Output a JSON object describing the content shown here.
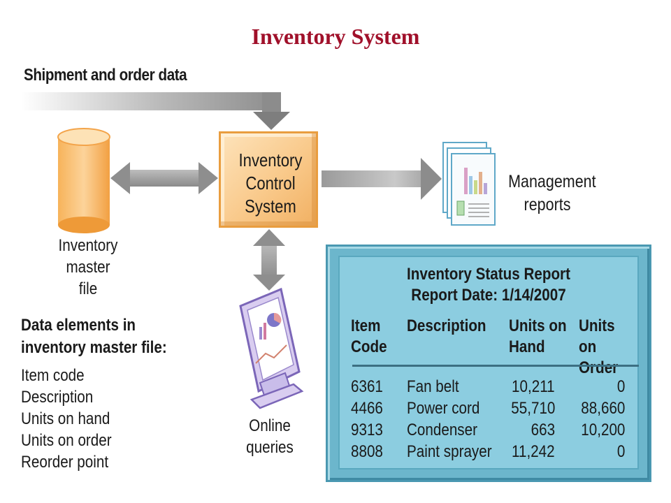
{
  "title": "Inventory System",
  "inputs": {
    "shipment_label": "Shipment and order data"
  },
  "control_system": {
    "lines": [
      "Inventory",
      "Control",
      "System"
    ]
  },
  "master_file": {
    "lines": [
      "Inventory",
      "master",
      "file"
    ]
  },
  "management_reports": {
    "lines": [
      "Management",
      "reports"
    ]
  },
  "online_queries": {
    "lines": [
      "Online",
      "queries"
    ]
  },
  "data_elements": {
    "heading_lines": [
      "Data elements in",
      "inventory master file:"
    ],
    "items": [
      "Item code",
      "Description",
      "Units on hand",
      "Units on order",
      "Reorder point"
    ]
  },
  "report": {
    "title_lines": [
      "Inventory Status Report",
      "Report Date: 1/14/2007"
    ],
    "columns": [
      {
        "lines": [
          "Item",
          "Code"
        ]
      },
      {
        "lines": [
          "Description",
          ""
        ]
      },
      {
        "lines": [
          "Units on",
          "Hand"
        ]
      },
      {
        "lines": [
          "Units on",
          "Order"
        ]
      }
    ],
    "rows": [
      {
        "code": "6361",
        "description": "Fan belt",
        "on_hand": "10,211",
        "on_order": "0"
      },
      {
        "code": "4466",
        "description": "Power cord",
        "on_hand": "55,710",
        "on_order": "88,660"
      },
      {
        "code": "9313",
        "description": "Condenser",
        "on_hand": "663",
        "on_order": "10,200"
      },
      {
        "code": "8808",
        "description": "Paint sprayer",
        "on_hand": "11,242",
        "on_order": "0"
      }
    ]
  },
  "colors": {
    "title": "#a0102a",
    "control_box": "#f9c98a",
    "database": "#f5a84a",
    "arrow_gray": "#8c8c8c",
    "report_panel": "#6cb6cc"
  }
}
